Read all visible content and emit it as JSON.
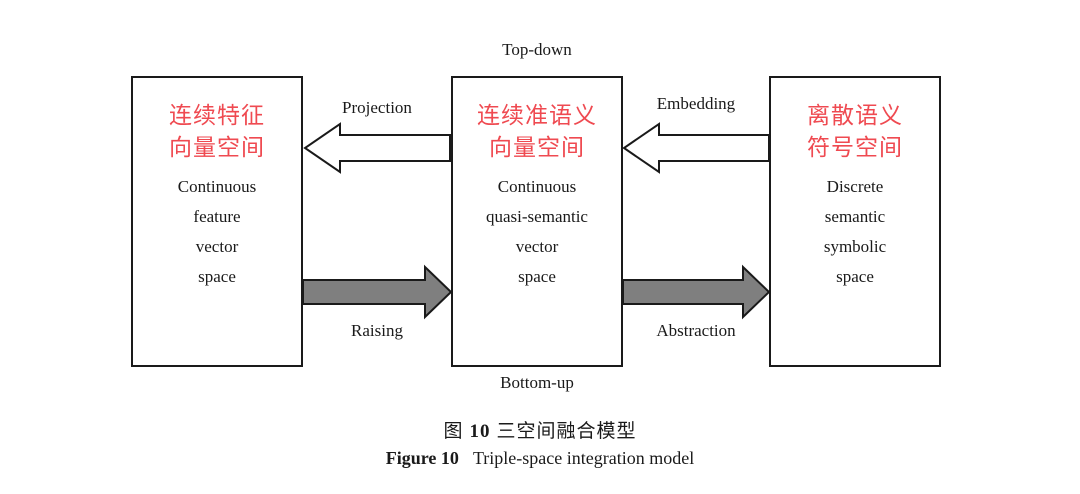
{
  "boxes": {
    "left": {
      "zh": [
        "连续特征",
        "向量空间"
      ],
      "en": [
        "Continuous",
        "feature",
        "vector",
        "space"
      ]
    },
    "center": {
      "zh": [
        "连续准语义",
        "向量空间"
      ],
      "en": [
        "Continuous",
        "quasi-semantic",
        "vector",
        "space"
      ]
    },
    "right": {
      "zh": [
        "离散语义",
        "符号空间"
      ],
      "en": [
        "Discrete",
        "semantic",
        "symbolic",
        "space"
      ]
    }
  },
  "labels": {
    "top_down": "Top-down",
    "bottom_up": "Bottom-up",
    "projection": "Projection",
    "embedding": "Embedding",
    "raising": "Raising",
    "abstraction": "Abstraction"
  },
  "caption": {
    "zh_prefix": "图",
    "zh_number": "10",
    "zh_title": "三空间融合模型",
    "en_figure": "Figure 10",
    "en_title": "Triple-space integration model"
  },
  "colors": {
    "zh_text": "#ef4a51",
    "gray_arrow_fill": "#7f7f7f",
    "outline": "#1a1a1a"
  }
}
